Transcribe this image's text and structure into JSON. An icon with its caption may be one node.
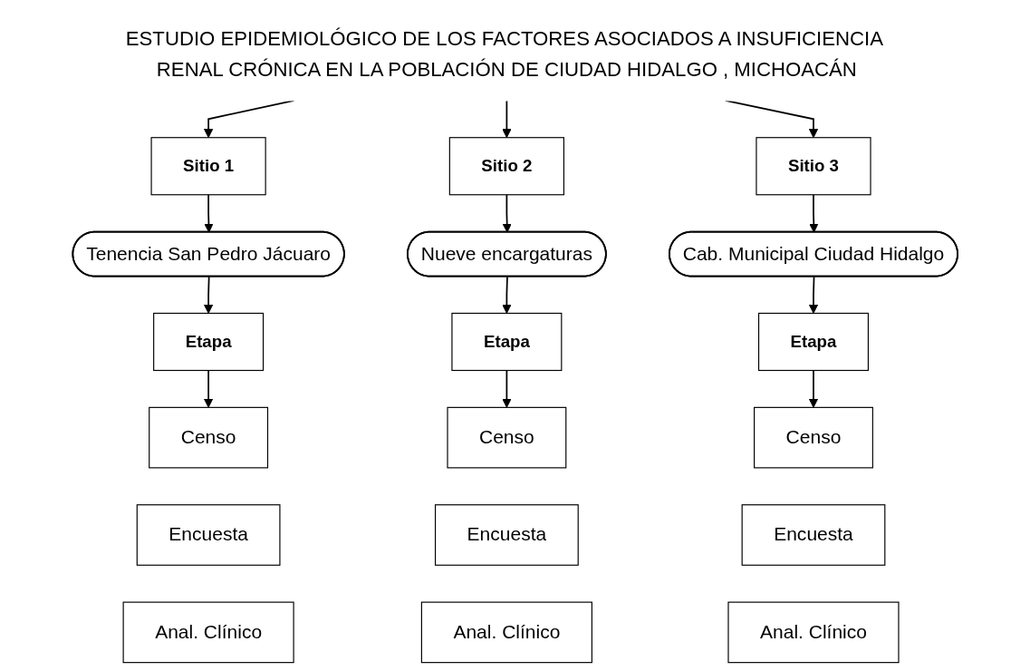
{
  "diagram": {
    "nodes": [
      {
        "text": [
          "ESTUDIO EPIDEMIOLÓGICO DE LOS FACTORES ASOCIADOS A INSUFICIENCIA RENAL CRÓNICA EN LA POBLACIÓN DE CIUDAD HIDALGO , MICHOACÁN"
        ]
      },
      {
        "text": [
          "Sitio 1"
        ]
      },
      {
        "text": [
          "Tenencia San Pedro Jácuaro"
        ]
      },
      {
        "text": [
          "Etapa"
        ]
      },
      {
        "text": [
          "Censo"
        ]
      },
      {
        "text": [
          "Encuesta"
        ]
      },
      {
        "text": [
          "Anal. Clínico"
        ]
      },
      {
        "text": [
          "Sitio 2"
        ]
      },
      {
        "text": [
          "Nueve encargaturas"
        ]
      },
      {
        "text": [
          "Etapa"
        ]
      },
      {
        "text": [
          "Censo"
        ]
      },
      {
        "text": [
          "Encuesta"
        ]
      },
      {
        "text": [
          "Anal. Clínico"
        ]
      },
      {
        "text": [
          "Sitio 3"
        ]
      },
      {
        "text": [
          "Cab. Municipal Ciudad Hidalgo"
        ]
      },
      {
        "text": [
          "Etapa"
        ]
      },
      {
        "text": [
          "Censo"
        ]
      },
      {
        "text": [
          "Encuesta"
        ]
      },
      {
        "text": [
          "Anal. Clínico"
        ]
      }
    ],
    "edges": [
      {
        "from": 0,
        "to": 1,
        "arrow": "to"
      },
      {
        "from": 0,
        "to": 7,
        "arrow": "to"
      },
      {
        "from": 0,
        "to": 13,
        "arrow": "to"
      },
      {
        "from": 1,
        "to": 2,
        "arrow": "to"
      },
      {
        "from": 2,
        "to": 3,
        "arrow": "to"
      },
      {
        "from": 3,
        "to": 4,
        "arrow": "to"
      },
      {
        "from": 7,
        "to": 8,
        "arrow": "to"
      },
      {
        "from": 8,
        "to": 9,
        "arrow": "to"
      },
      {
        "from": 9,
        "to": 10,
        "arrow": "to"
      },
      {
        "from": 13,
        "to": 14,
        "arrow": "to"
      },
      {
        "from": 14,
        "to": 15,
        "arrow": "to"
      },
      {
        "from": 15,
        "to": 16,
        "arrow": "to"
      }
    ]
  }
}
